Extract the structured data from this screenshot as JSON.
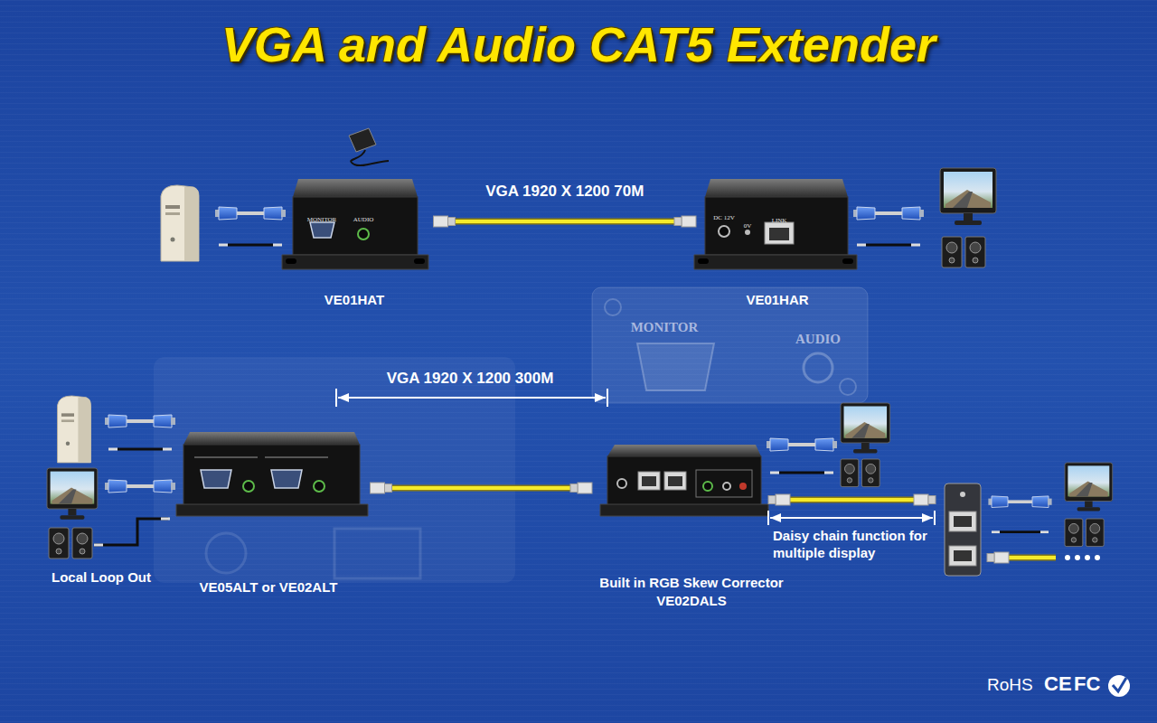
{
  "diagram": {
    "title": "VGA and Audio CAT5 Extender",
    "nodes": [
      {
        "text": [
          "VE01HAT"
        ]
      },
      {
        "text": [
          "VE01HAR"
        ]
      },
      {
        "text": [
          "VE05ALT or VE02ALT"
        ]
      },
      {
        "text": [
          "Built in RGB Skew Corrector",
          "VE02DALS"
        ]
      }
    ],
    "edges": [
      {
        "from": 0,
        "to": 1,
        "arrow": "none",
        "label": "VGA 1920 X 1200 70M"
      },
      {
        "from": 2,
        "to": 3,
        "arrow": "none"
      }
    ],
    "labels": [
      "VGA 1920 X 1200 300M",
      "Local Loop Out",
      "Daisy chain function for multiple display",
      "MONITOR",
      "AUDIO",
      "DC 12V",
      "0V",
      "LINK",
      "MONITOR",
      "AUDIO",
      "RoHS",
      "CE",
      "FC"
    ]
  }
}
